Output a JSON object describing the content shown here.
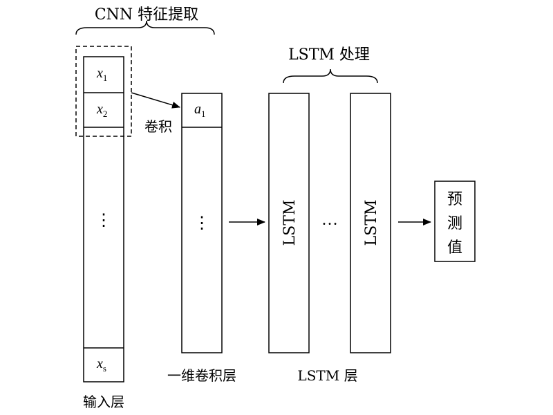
{
  "header": {
    "cnn_label": "CNN 特征提取",
    "lstm_label": "LSTM 处理"
  },
  "input_layer": {
    "x1_var": "x",
    "x1_sub": "1",
    "x2_var": "x",
    "x2_sub": "2",
    "vdots": "⋮",
    "xs_var": "x",
    "xs_sub": "s",
    "caption": "输入层"
  },
  "conv_layer": {
    "a1_var": "a",
    "a1_sub": "1",
    "vdots": "⋮",
    "caption": "一维卷积层",
    "conv_label": "卷积"
  },
  "lstm_layer": {
    "cell1": "LSTM",
    "cell2": "LSTM",
    "ellipsis": "…",
    "caption": "LSTM 层"
  },
  "output": {
    "chars": [
      "预",
      "测",
      "值"
    ]
  },
  "colors": {
    "stroke": "#000000",
    "background": "#ffffff"
  }
}
